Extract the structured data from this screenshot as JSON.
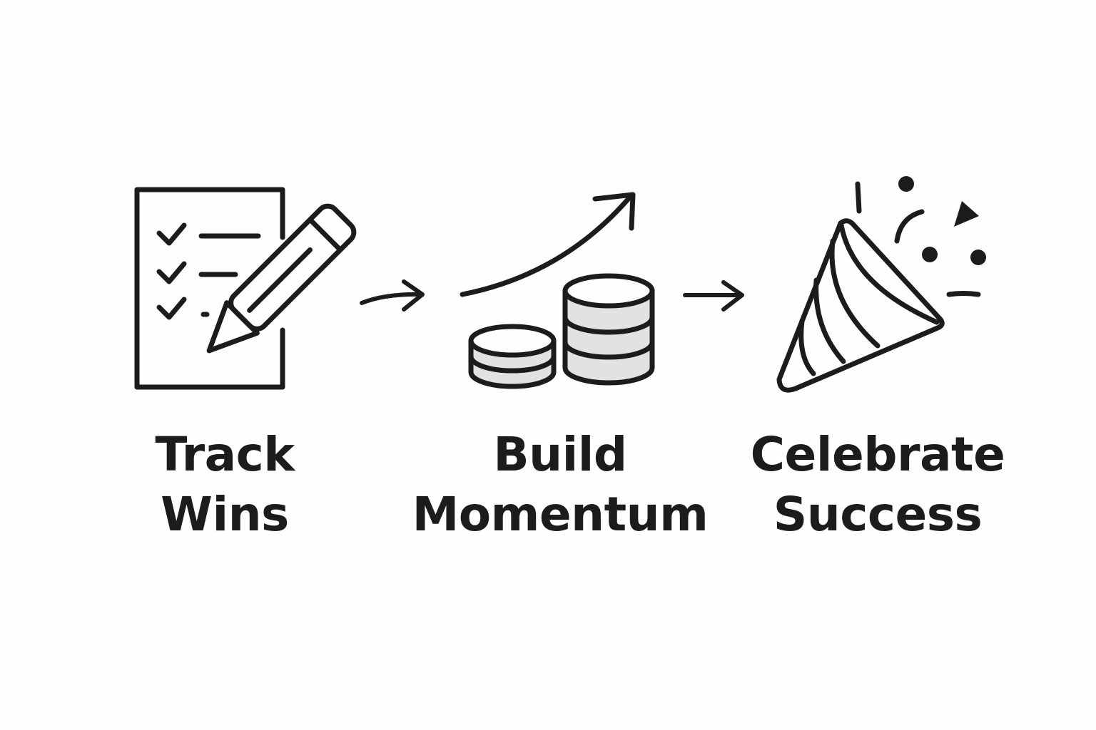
{
  "colors": {
    "background": "#fefefe",
    "ink": "#1c1c1c",
    "coin_fill": "#e2e2e2"
  },
  "steps": [
    {
      "icon": "checklist-pencil-icon",
      "line1": "Track",
      "line2": "Wins"
    },
    {
      "icon": "coins-growth-arrow-icon",
      "line1": "Build",
      "line2": "Momentum"
    },
    {
      "icon": "party-popper-icon",
      "line1": "Celebrate",
      "line2": "Success"
    }
  ],
  "connectors": [
    {
      "icon": "arrow-right-icon"
    },
    {
      "icon": "arrow-right-icon"
    }
  ]
}
